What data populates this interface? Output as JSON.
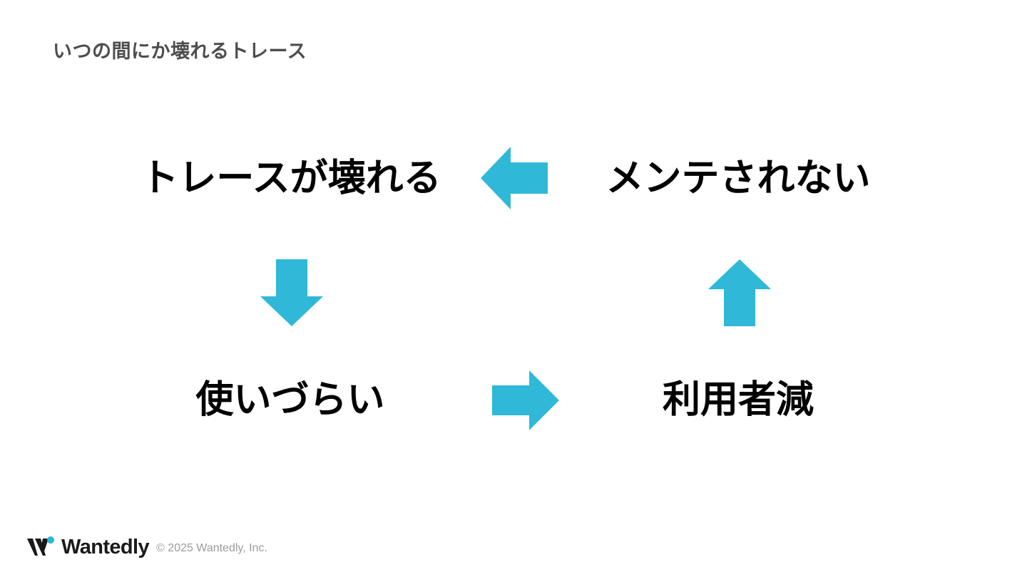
{
  "slide": {
    "title": "いつの間にか壊れるトレース",
    "background_color": "#ffffff",
    "title_color": "#4d4d4d",
    "accent_color": "#2fb8d8",
    "text_color": "#000000"
  },
  "diagram": {
    "type": "cycle",
    "nodes": [
      {
        "id": "broken-trace",
        "label": "トレースが壊れる",
        "position": "top-left"
      },
      {
        "id": "not-maintained",
        "label": "メンテされない",
        "position": "top-right"
      },
      {
        "id": "hard-to-use",
        "label": "使いづらい",
        "position": "bottom-left"
      },
      {
        "id": "fewer-users",
        "label": "利用者減",
        "position": "bottom-right"
      }
    ],
    "arrows": [
      {
        "id": "not-maintained-to-broken-trace",
        "direction": "left",
        "from": "not-maintained",
        "to": "broken-trace",
        "color": "#2fb8d8"
      },
      {
        "id": "broken-trace-to-hard-to-use",
        "direction": "down",
        "from": "broken-trace",
        "to": "hard-to-use",
        "color": "#2fb8d8"
      },
      {
        "id": "hard-to-use-to-fewer-users",
        "direction": "right",
        "from": "hard-to-use",
        "to": "fewer-users",
        "color": "#2fb8d8"
      },
      {
        "id": "fewer-users-to-not-maintained",
        "direction": "up",
        "from": "fewer-users",
        "to": "not-maintained",
        "color": "#2fb8d8"
      }
    ]
  },
  "footer": {
    "logo_name": "Wantedly",
    "logo_dot_color": "#29b6d8",
    "copyright": "© 2025 Wantedly, Inc."
  }
}
